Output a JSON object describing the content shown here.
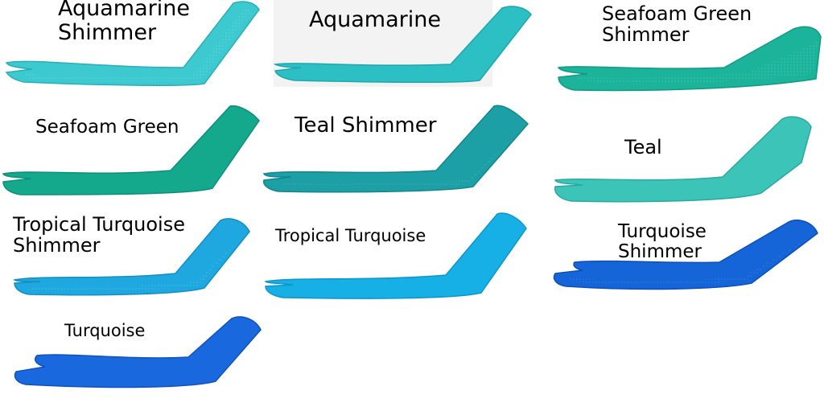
{
  "swatches": [
    {
      "name": "Aquamarine Shimmer",
      "color": "#3cc9d0",
      "shade": "#2aaeb8",
      "texture": "shimmer"
    },
    {
      "name": "Aquamarine",
      "color": "#2cc0c4",
      "shade": "#1fa7ad",
      "texture": "matte"
    },
    {
      "name": "Seafoam Green Shimmer",
      "color": "#1bb49a",
      "shade": "#129a84",
      "texture": "shimmer"
    },
    {
      "name": "Seafoam Green",
      "color": "#14a98d",
      "shade": "#0d8f77",
      "texture": "matte"
    },
    {
      "name": "Teal Shimmer",
      "color": "#1d9fa6",
      "shade": "#13868d",
      "texture": "shimmer"
    },
    {
      "name": "Teal",
      "color": "#3cc4b8",
      "shade": "#2aa99e",
      "texture": "matte"
    },
    {
      "name": "Tropical Turquoise Shimmer",
      "color": "#1ea8df",
      "shade": "#138fc4",
      "texture": "shimmer"
    },
    {
      "name": "Tropical Turquoise",
      "color": "#17b0e6",
      "shade": "#0e96cb",
      "texture": "matte"
    },
    {
      "name": "Turquoise Shimmer",
      "color": "#1565d9",
      "shade": "#0d4fb7",
      "texture": "shimmer"
    },
    {
      "name": "Turquoise",
      "color": "#1a68de",
      "shade": "#1152bd",
      "texture": "matte"
    }
  ]
}
